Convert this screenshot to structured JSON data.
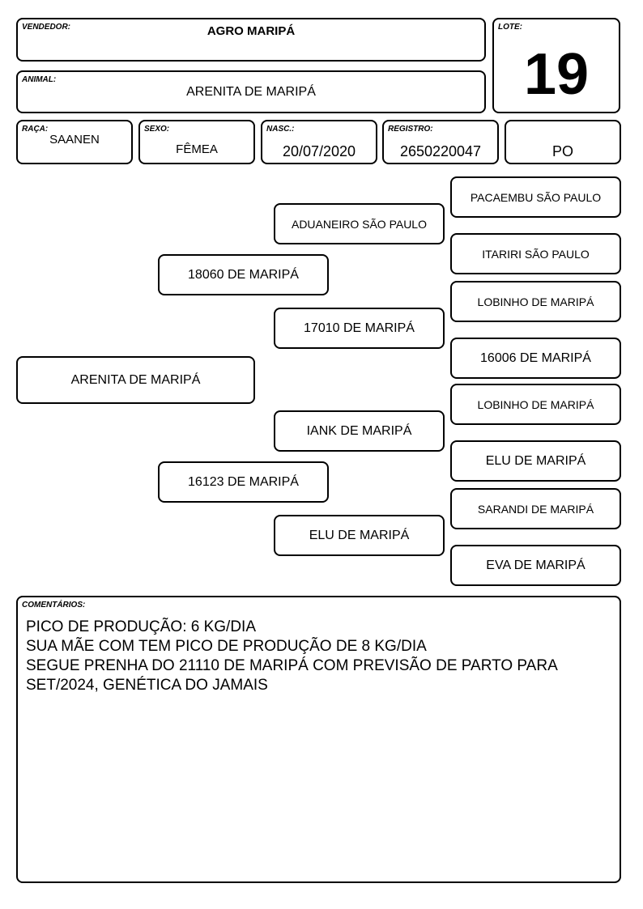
{
  "header": {
    "vendedor_label": "VENDEDOR:",
    "vendedor": "AGRO MARIPÁ",
    "lote_label": "LOTE:",
    "lote": "19",
    "animal_label": "ANIMAL:",
    "animal": "ARENITA DE MARIPÁ"
  },
  "details": {
    "raca_label": "RAÇA:",
    "raca": "SAANEN",
    "sexo_label": "SEXO:",
    "sexo": "FÊMEA",
    "nasc_label": "NASC.:",
    "nasc": "20/07/2020",
    "registro_label": "REGISTRO:",
    "registro": "2650220047",
    "categoria": "PO"
  },
  "pedigree": {
    "animal": "ARENITA DE MARIPÁ",
    "sire": "18060 DE MARIPÁ",
    "dam": "16123 DE MARIPÁ",
    "sire_sire": "ADUANEIRO SÃO PAULO",
    "sire_dam": "17010 DE MARIPÁ",
    "dam_sire": "IANK DE MARIPÁ",
    "dam_dam": "ELU DE MARIPÁ",
    "sss": "PACAEMBU SÃO PAULO",
    "ssd": "ITARIRI SÃO PAULO",
    "sds": "LOBINHO DE MARIPÁ",
    "sdd": "16006 DE MARIPÁ",
    "dss": "LOBINHO DE MARIPÁ",
    "dsd": "ELU DE MARIPÁ",
    "dds": "SARANDI DE MARIPÁ",
    "ddd": "EVA DE MARIPÁ"
  },
  "comments": {
    "label": "COMENTÁRIOS:",
    "lines": [
      "PICO DE PRODUÇÃO: 6 KG/DIA",
      "SUA MÃE COM TEM PICO DE PRODUÇÃO DE 8 KG/DIA",
      "SEGUE PRENHA DO 21110 DE MARIPÁ COM PREVISÃO DE PARTO PARA",
      "SET/2024, GENÉTICA DO JAMAIS"
    ]
  }
}
